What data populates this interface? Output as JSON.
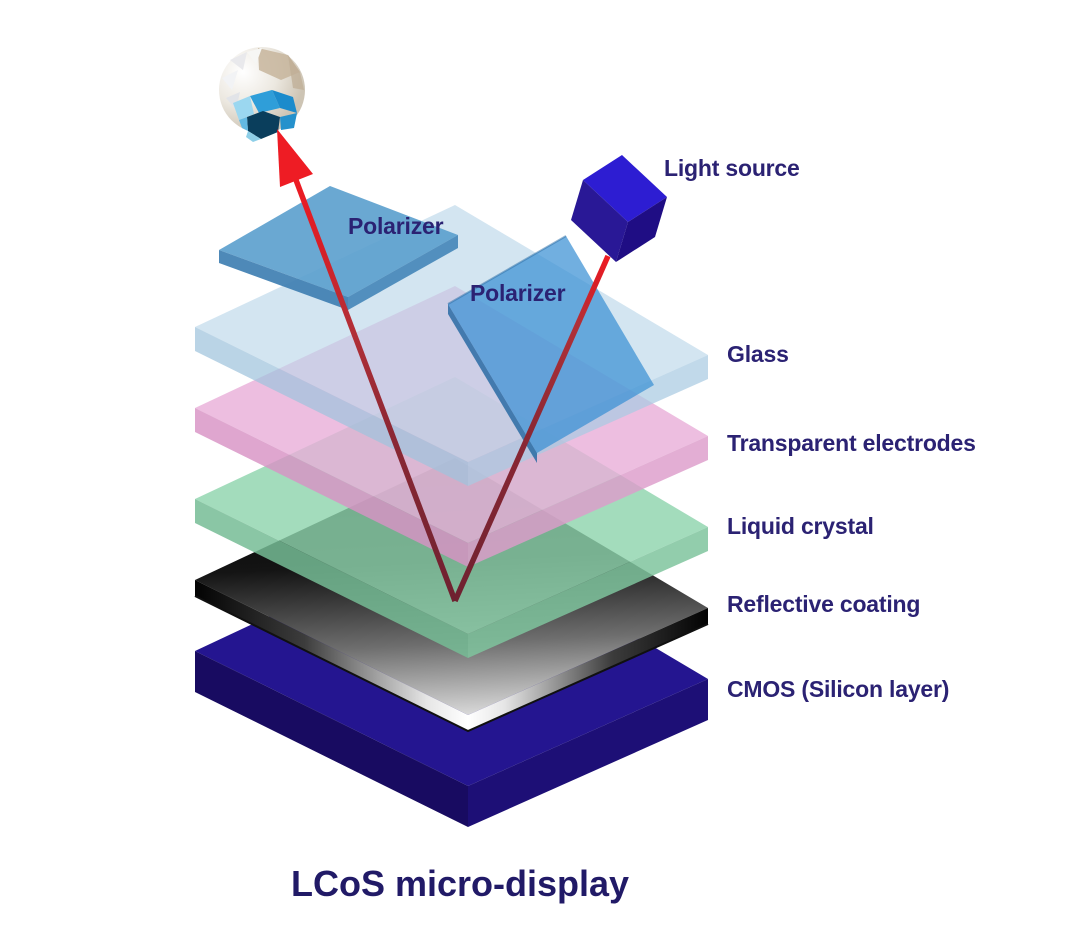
{
  "diagram": {
    "title": "LCoS micro-display",
    "light_source": {
      "label": "Light source",
      "color": "#2d1dd2"
    },
    "polarizers": [
      {
        "label": "Polarizer",
        "color": "#5a9ecd"
      },
      {
        "label": "Polarizer",
        "color": "#3a90d4"
      }
    ],
    "layers": [
      {
        "name": "Glass",
        "color": "#d6e6f2"
      },
      {
        "name": "Transparent electrodes",
        "color": "#e8aed8"
      },
      {
        "name": "Liquid crystal",
        "color": "#8fd4ad"
      },
      {
        "name": "Reflective coating",
        "color": "#c0c0c0"
      },
      {
        "name": "CMOS (Silicon layer)",
        "color": "#241590"
      }
    ],
    "beam_color": "#ee1c24",
    "label_color": "#2b2273",
    "background": "#ffffff"
  }
}
